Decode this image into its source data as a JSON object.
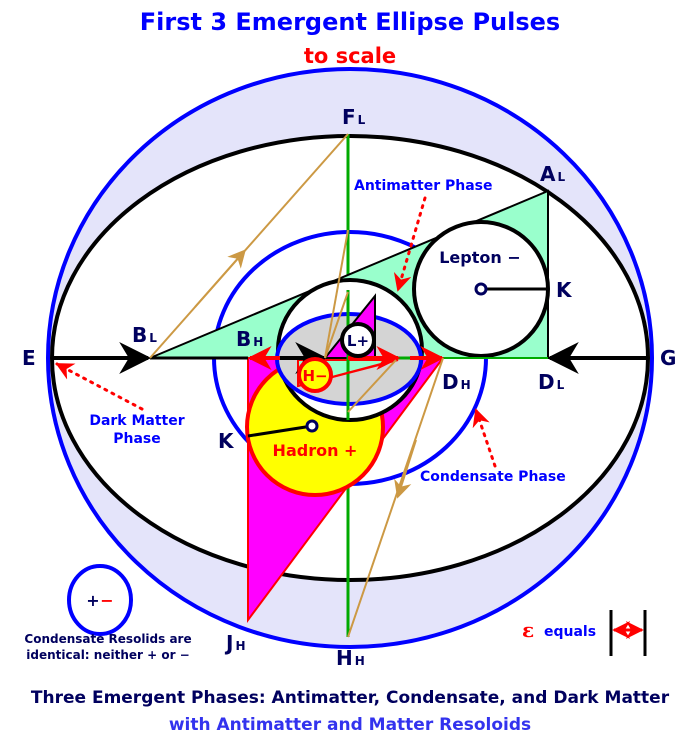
{
  "title": "First 3 Emergent Ellipse Pulses",
  "subtitle": "to scale",
  "footer": {
    "line1": "Three Emergent Phases: Antimatter, Condensate, and Dark Matter",
    "line2": "with Antimatter and Matter Resoloids"
  },
  "points": {
    "F": {
      "main": "F",
      "sub": "L"
    },
    "A": {
      "main": "A",
      "sub": "L"
    },
    "E": {
      "main": "E"
    },
    "G": {
      "main": "G"
    },
    "BL": {
      "main": "B",
      "sub": "L"
    },
    "BH": {
      "main": "B",
      "sub": "H"
    },
    "DH": {
      "main": "D",
      "sub": "H"
    },
    "DL": {
      "main": "D",
      "sub": "L"
    },
    "JH": {
      "main": "J",
      "sub": "H"
    },
    "HH": {
      "main": "H",
      "sub": "H"
    },
    "K1": {
      "main": "K"
    },
    "K2": {
      "main": "K"
    }
  },
  "phases": {
    "antimatter": "Antimatter Phase",
    "dark_matter_1": "Dark Matter",
    "dark_matter_2": "Phase",
    "condensate": "Condensate Phase"
  },
  "particles": {
    "lepton": "Lepton −",
    "hadron": "Hadron +",
    "lplus": "L+",
    "hminus": "H−"
  },
  "legend": {
    "plus": "+",
    "minus": "−",
    "note1": "Condensate Resolids are",
    "note2": "identical: neither + or −",
    "epsilon": "ε",
    "equals": "equals"
  },
  "colors": {
    "title": "#0000ff",
    "subtitle": "#ff0000",
    "dark_label": "#00005e",
    "phase_label": "#0000ff",
    "outer_band": "#e4e4fa",
    "mint": "#99ffcc",
    "magenta": "#ff00ff",
    "yellow": "#ffff00",
    "gray": "#d4d4d4",
    "green": "#00aa00",
    "tan": "#cc9944",
    "red": "#ff0000"
  }
}
